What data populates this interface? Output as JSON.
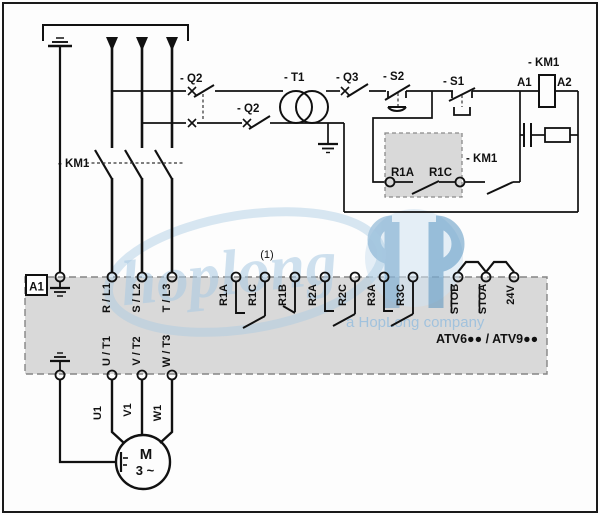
{
  "watermark": {
    "script": "hoplong",
    "company": "a HopLong company",
    "accent_light": "#cfe1f0",
    "accent_mid": "#669dc8",
    "accent_dark": "#4c8dbd"
  },
  "power": {
    "km1_main_label": "- KM1",
    "q2_pole1_label": "- Q2",
    "q2_pole2_label": "- Q2"
  },
  "control": {
    "t1_label": "- T1",
    "q3_label": "- Q3",
    "s2_label": "- S2",
    "s1_label": "- S1",
    "km1_coil_label": "- KM1",
    "coil_a1": "A1",
    "coil_a2": "A2",
    "km1_aux_label": "- KM1",
    "relay_box": {
      "r1a": "R1A",
      "r1c": "R1C"
    }
  },
  "drive": {
    "ref": "A1",
    "model": "ATV6●● / ATV9●●",
    "footnote": "(1)",
    "top_terminals": {
      "rl1": "R / L1",
      "sl2": "S / L2",
      "tl3": "T / L3",
      "r1a": "R1A",
      "r1c": "R1C",
      "r1b": "R1B",
      "r2a": "R2A",
      "r2c": "R2C",
      "r3a": "R3A",
      "r3c": "R3C",
      "stob": "STOB",
      "stoa": "STOA",
      "v24": "24V"
    },
    "bottom_terminals": {
      "ut1": "U / T1",
      "vt2": "V / T2",
      "wt3": "W / T3"
    }
  },
  "motor": {
    "label": "M",
    "phases": "3 ~",
    "wire_u": "U1",
    "wire_v": "V1",
    "wire_w": "W1"
  }
}
